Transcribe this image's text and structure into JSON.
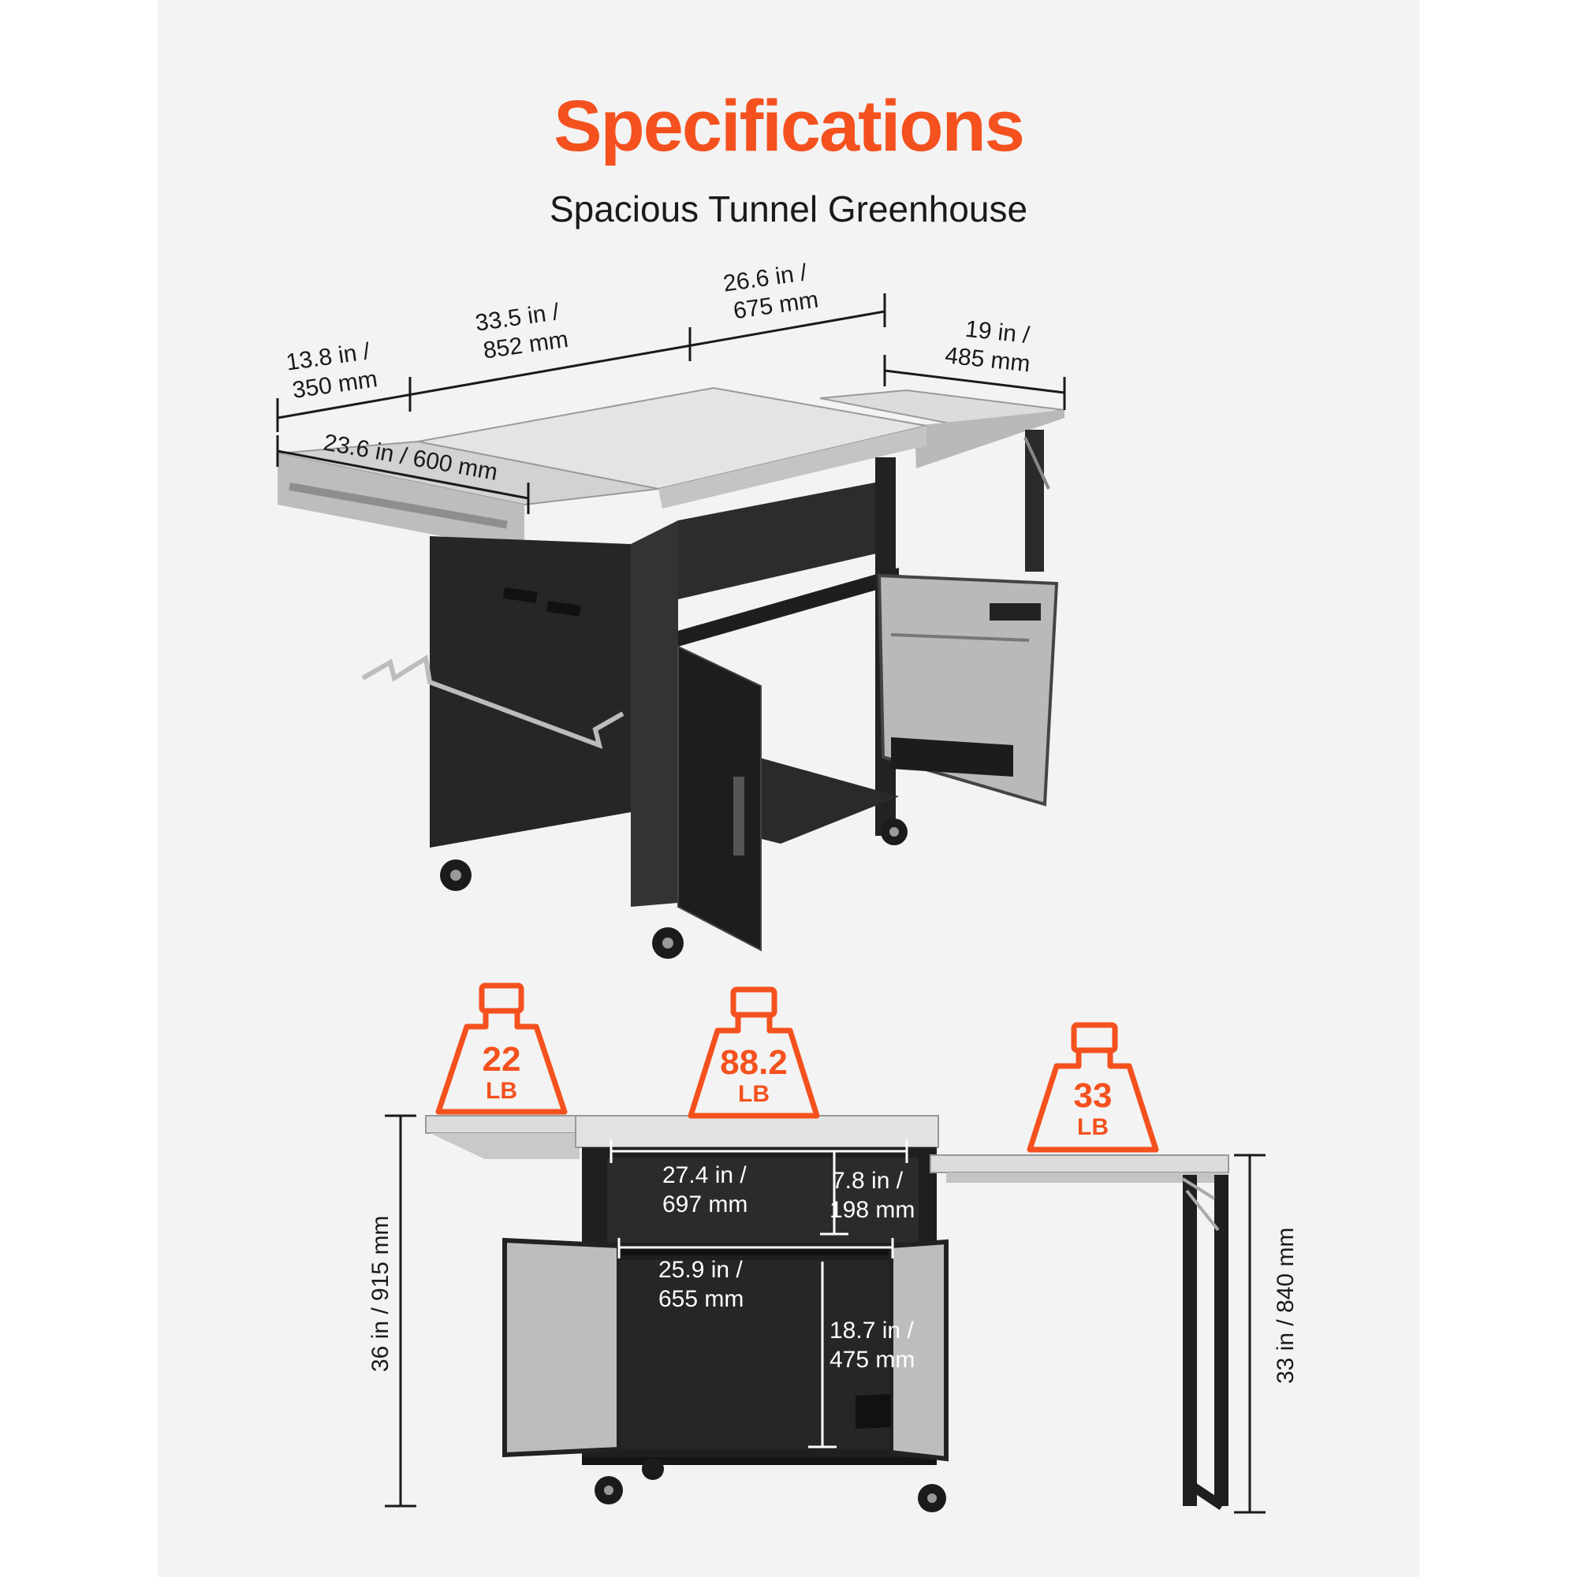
{
  "header": {
    "title": "Specifications",
    "subtitle": "Spacious Tunnel Greenhouse"
  },
  "colors": {
    "accent": "#f4511e",
    "cabinet": "#2a2a2a",
    "steel": "#d9d9d9",
    "background": "#f3f3f3"
  },
  "top_dimensions": {
    "left_shelf_depth": [
      "13.8 in /",
      "350 mm"
    ],
    "main_width": [
      "33.5 in /",
      "852 mm"
    ],
    "main_depth": [
      "26.6 in /",
      "675 mm"
    ],
    "right_shelf_width": [
      "19 in /",
      "485 mm"
    ],
    "left_shelf_width": "23.6 in / 600 mm"
  },
  "weights": {
    "left": {
      "value": "22",
      "unit": "LB"
    },
    "center": {
      "value": "88.2",
      "unit": "LB"
    },
    "right": {
      "value": "33",
      "unit": "LB"
    }
  },
  "front_dimensions": {
    "drawer_width": [
      "27.4 in /",
      "697 mm"
    ],
    "drawer_height": [
      "7.8 in /",
      "198 mm"
    ],
    "cabinet_width": [
      "25.9 in /",
      "655 mm"
    ],
    "cabinet_height": [
      "18.7 in /",
      "475 mm"
    ],
    "total_height": "36 in / 915 mm",
    "shelf_height": "33 in / 840 mm"
  }
}
